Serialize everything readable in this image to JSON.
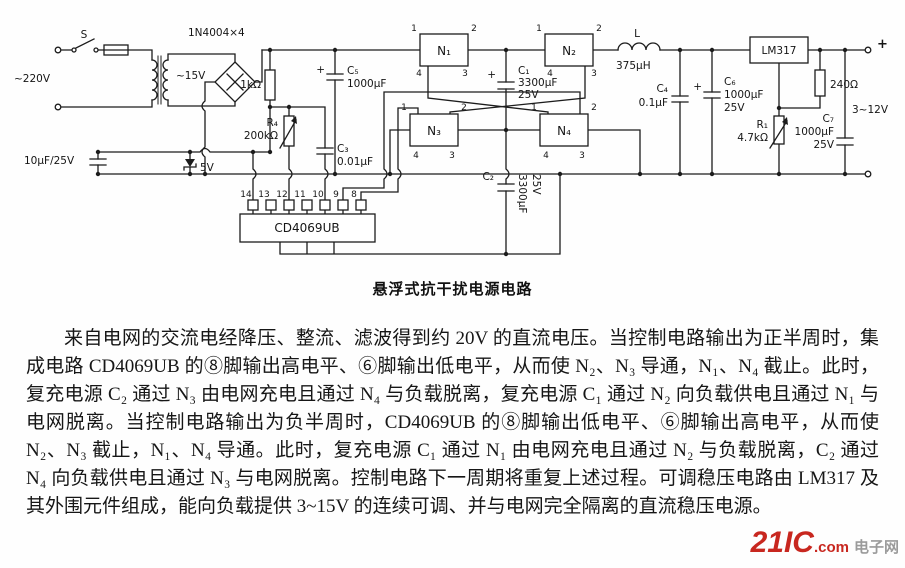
{
  "caption": "悬浮式抗干扰电源电路",
  "body": {
    "paragraphs": [
      "来自电网的交流电经降压、整流、滤波得到约 20V 的直流电压。当控制电路输出为正半周时，集成电路 CD4069UB 的⑧脚输出高电平、⑥脚输出低电平，从而使 N₂、N₃ 导通，N₁、N₄ 截止。此时，复充电源 C₂ 通过 N₃ 由电网充电且通过 N₄ 与负载脱离，复充电源 C₁ 通过 N₂ 向负载供电且通过 N₁ 与电网脱离。当控制电路输出为负半周时，CD4069UB 的⑧脚输出低电平、⑥脚输出高电平，从而使 N₂、N₃ 截止，N₁、N₄ 导通。此时，复充电源 C₁ 通过 N₁ 由电网充电且通过 N₂ 与负载脱离，C₂ 通过 N₄ 向负载供电且通过 N₃ 与电网脱离。控制电路下一周期将重复上述过程。可调稳压电路由 LM317 及其外围元件组成，能向负载提供 3~15V 的连续可调、并与电网完全隔离的直流稳压电源。"
    ]
  },
  "watermark": {
    "brand": "21IC",
    "domain": ".com",
    "site": "电子网"
  },
  "schematic": {
    "labels": {
      "switch": "S",
      "ac_input": "~220V",
      "rectifier": "1N4004×4",
      "secondary": "~15V",
      "r_limit": "1kΩ",
      "c_aux": "10μF/25V",
      "zener": "5V",
      "c5": "C₅",
      "c5_val": "1000μF",
      "r4": "R₄",
      "r4_val": "200kΩ",
      "c3": "C₃",
      "c3_val": "0.01μF",
      "ic": "CD4069UB",
      "n1": "N₁",
      "n2": "N₂",
      "n3": "N₃",
      "n4": "N₄",
      "c1": "C₁",
      "c1_val": "3300μF",
      "c1_v": "25V",
      "c2": "C₂",
      "c2_val": "3300μF",
      "c2_v": "25V",
      "inductor": "L",
      "inductor_val": "375μH",
      "c4": "C₄",
      "c4_val": "0.1μF",
      "c6": "C₆",
      "c6_val": "1000μF",
      "c6_v": "25V",
      "regulator": "LM317",
      "r_240": "240Ω",
      "r1": "R₁",
      "r1_val": "4.7kΩ",
      "c7": "C₇",
      "c7_val": "1000μF",
      "c7_v": "25V",
      "output_range": "3~12V",
      "plus": "+"
    },
    "ic_pins": [
      "14",
      "13",
      "12",
      "11",
      "10",
      "9",
      "8"
    ],
    "n_pins": {
      "p1": "1",
      "p2": "2",
      "p3": "3",
      "p4": "4"
    }
  }
}
